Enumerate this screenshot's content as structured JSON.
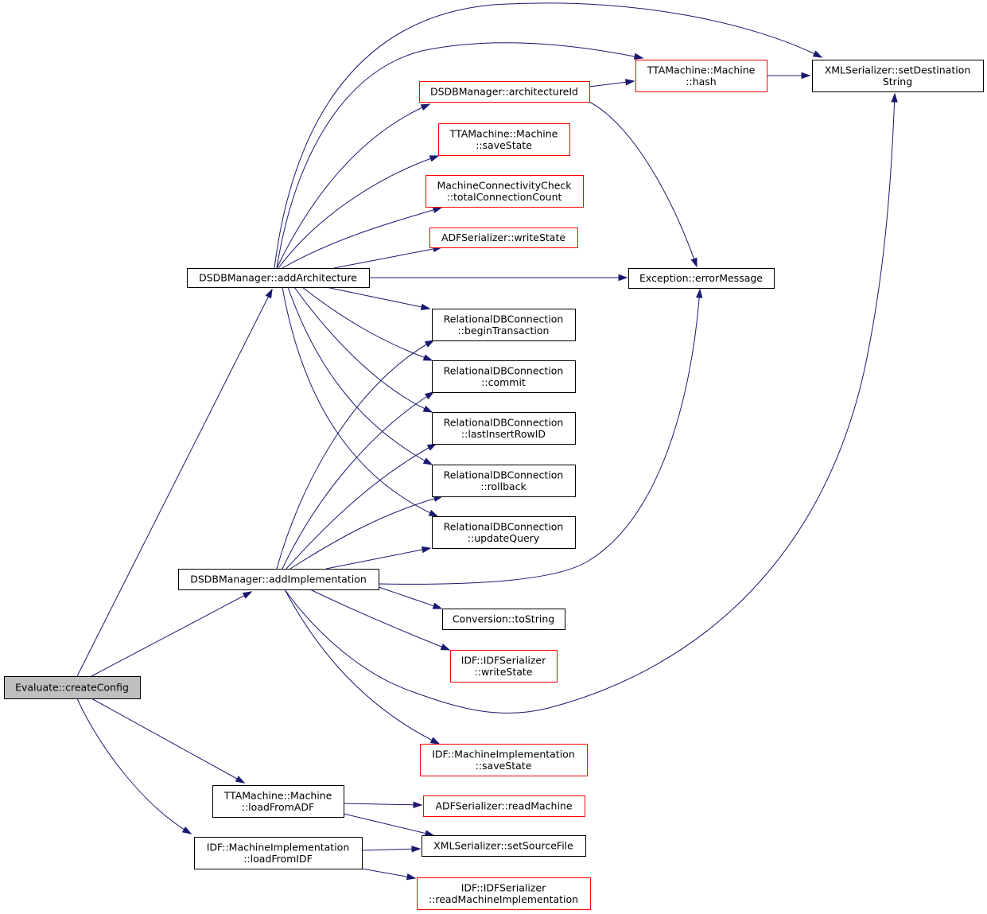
{
  "colors": {
    "edge": "#191970",
    "border_normal": "#000000",
    "border_truncated": "#ff0000",
    "fill_root": "#bfbfbf",
    "fill_normal": "#ffffff"
  },
  "nodes": [
    {
      "id": "n_eval",
      "lines": [
        "Evaluate::createConfig"
      ],
      "kind": "root"
    },
    {
      "id": "n_addarch",
      "lines": [
        "DSDBManager::addArchitecture"
      ],
      "kind": "normal"
    },
    {
      "id": "n_addimpl",
      "lines": [
        "DSDBManager::addImplementation"
      ],
      "kind": "normal"
    },
    {
      "id": "n_archid",
      "lines": [
        "DSDBManager::architectureId"
      ],
      "kind": "truncated"
    },
    {
      "id": "n_hash",
      "lines": [
        "TTAMachine::Machine",
        "::hash"
      ],
      "kind": "truncated"
    },
    {
      "id": "n_setdest",
      "lines": [
        "XMLSerializer::setDestination",
        "String"
      ],
      "kind": "normal"
    },
    {
      "id": "n_savestate",
      "lines": [
        "TTAMachine::Machine",
        "::saveState"
      ],
      "kind": "truncated"
    },
    {
      "id": "n_totalconn",
      "lines": [
        "MachineConnectivityCheck",
        "::totalConnectionCount"
      ],
      "kind": "truncated"
    },
    {
      "id": "n_adfwrite",
      "lines": [
        "ADFSerializer::writeState"
      ],
      "kind": "truncated"
    },
    {
      "id": "n_errmsg",
      "lines": [
        "Exception::errorMessage"
      ],
      "kind": "normal"
    },
    {
      "id": "n_begin",
      "lines": [
        "RelationalDBConnection",
        "::beginTransaction"
      ],
      "kind": "normal"
    },
    {
      "id": "n_commit",
      "lines": [
        "RelationalDBConnection",
        "::commit"
      ],
      "kind": "normal"
    },
    {
      "id": "n_lastrow",
      "lines": [
        "RelationalDBConnection",
        "::lastInsertRowID"
      ],
      "kind": "normal"
    },
    {
      "id": "n_rollback",
      "lines": [
        "RelationalDBConnection",
        "::rollback"
      ],
      "kind": "normal"
    },
    {
      "id": "n_update",
      "lines": [
        "RelationalDBConnection",
        "::updateQuery"
      ],
      "kind": "normal"
    },
    {
      "id": "n_tostring",
      "lines": [
        "Conversion::toString"
      ],
      "kind": "normal"
    },
    {
      "id": "n_idfwrite",
      "lines": [
        "IDF::IDFSerializer",
        "::writeState"
      ],
      "kind": "truncated"
    },
    {
      "id": "n_implsave",
      "lines": [
        "IDF::MachineImplementation",
        "::saveState"
      ],
      "kind": "truncated"
    },
    {
      "id": "n_loadadf",
      "lines": [
        "TTAMachine::Machine",
        "::loadFromADF"
      ],
      "kind": "normal"
    },
    {
      "id": "n_readmachine",
      "lines": [
        "ADFSerializer::readMachine"
      ],
      "kind": "truncated"
    },
    {
      "id": "n_loadidf",
      "lines": [
        "IDF::MachineImplementation",
        "::loadFromIDF"
      ],
      "kind": "normal"
    },
    {
      "id": "n_setsource",
      "lines": [
        "XMLSerializer::setSourceFile"
      ],
      "kind": "normal"
    },
    {
      "id": "n_readimpl",
      "lines": [
        "IDF::IDFSerializer",
        "::readMachineImplementation"
      ],
      "kind": "truncated"
    }
  ],
  "edges": [
    [
      "n_eval",
      "n_addarch"
    ],
    [
      "n_eval",
      "n_addimpl"
    ],
    [
      "n_eval",
      "n_loadadf"
    ],
    [
      "n_eval",
      "n_loadidf"
    ],
    [
      "n_addarch",
      "n_archid"
    ],
    [
      "n_addarch",
      "n_hash"
    ],
    [
      "n_addarch",
      "n_setdest"
    ],
    [
      "n_addarch",
      "n_savestate"
    ],
    [
      "n_addarch",
      "n_totalconn"
    ],
    [
      "n_addarch",
      "n_adfwrite"
    ],
    [
      "n_addarch",
      "n_errmsg"
    ],
    [
      "n_addarch",
      "n_begin"
    ],
    [
      "n_addarch",
      "n_commit"
    ],
    [
      "n_addarch",
      "n_lastrow"
    ],
    [
      "n_addarch",
      "n_rollback"
    ],
    [
      "n_addarch",
      "n_update"
    ],
    [
      "n_archid",
      "n_hash"
    ],
    [
      "n_archid",
      "n_errmsg"
    ],
    [
      "n_hash",
      "n_setdest"
    ],
    [
      "n_addimpl",
      "n_begin"
    ],
    [
      "n_addimpl",
      "n_commit"
    ],
    [
      "n_addimpl",
      "n_lastrow"
    ],
    [
      "n_addimpl",
      "n_rollback"
    ],
    [
      "n_addimpl",
      "n_update"
    ],
    [
      "n_addimpl",
      "n_errmsg"
    ],
    [
      "n_addimpl",
      "n_tostring"
    ],
    [
      "n_addimpl",
      "n_idfwrite"
    ],
    [
      "n_addimpl",
      "n_setdest"
    ],
    [
      "n_addimpl",
      "n_implsave"
    ],
    [
      "n_loadadf",
      "n_readmachine"
    ],
    [
      "n_loadadf",
      "n_setsource"
    ],
    [
      "n_loadidf",
      "n_setsource"
    ],
    [
      "n_loadidf",
      "n_readimpl"
    ]
  ]
}
